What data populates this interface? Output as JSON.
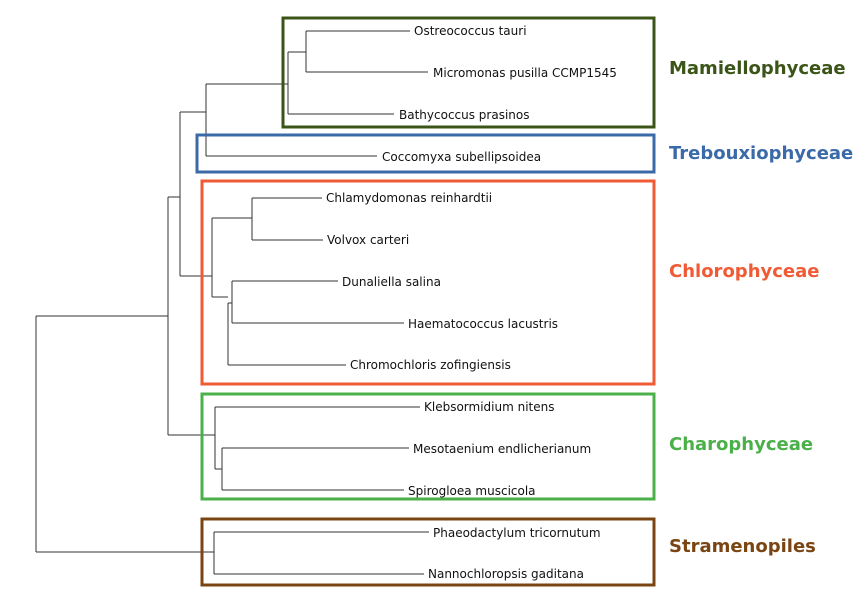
{
  "taxa": [
    {
      "id": "ostreococcus",
      "label": "Ostreococcus tauri"
    },
    {
      "id": "micromonas",
      "label": "Micromonas pusilla CCMP1545"
    },
    {
      "id": "bathycoccus",
      "label": "Bathycoccus prasinos"
    },
    {
      "id": "coccomyxa",
      "label": "Coccomyxa subellipsoidea"
    },
    {
      "id": "chlamydomonas",
      "label": "Chlamydomonas reinhardtii"
    },
    {
      "id": "volvox",
      "label": "Volvox carteri"
    },
    {
      "id": "dunaliella",
      "label": "Dunaliella salina"
    },
    {
      "id": "haematococcus",
      "label": "Haematococcus lacustris"
    },
    {
      "id": "chromochloris",
      "label": "Chromochloris zofingiensis"
    },
    {
      "id": "klebsormidium",
      "label": "Klebsormidium nitens"
    },
    {
      "id": "mesotaenium",
      "label": "Mesotaenium endlicherianum"
    },
    {
      "id": "spirogloea",
      "label": "Spirogloea muscicola"
    },
    {
      "id": "phaeodactylum",
      "label": "Phaeodactylum tricornutum"
    },
    {
      "id": "nannochloropsis",
      "label": "Nannochloropsis gaditana"
    }
  ],
  "clades": [
    {
      "id": "mamiellophyceae",
      "label": "Mamiellophyceae",
      "color": "#3b5418"
    },
    {
      "id": "trebouxiophyceae",
      "label": "Trebouxiophyceae",
      "color": "#3b6aa8"
    },
    {
      "id": "chlorophyceae",
      "label": "Chlorophyceae",
      "color": "#f05a35"
    },
    {
      "id": "charophyceae",
      "label": "Charophyceae",
      "color": "#4cb04a"
    },
    {
      "id": "stramenopiles",
      "label": "Stramenopiles",
      "color": "#7a4512"
    }
  ]
}
